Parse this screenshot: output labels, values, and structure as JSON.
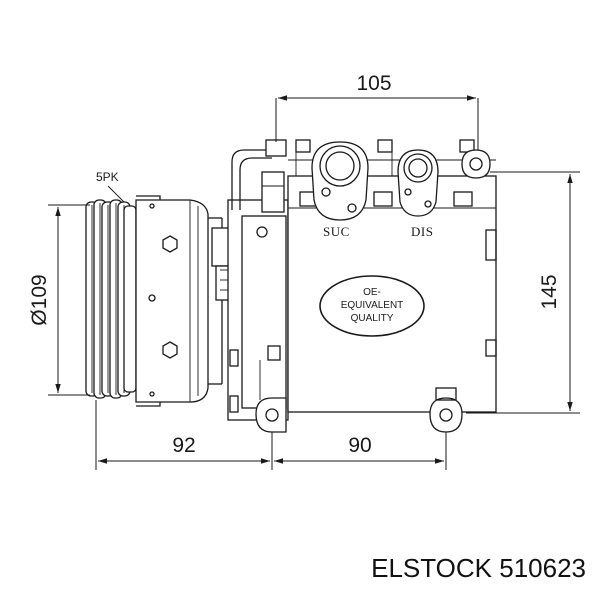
{
  "dimensions": {
    "top_width": "105",
    "height": "145",
    "pulley_diameter": "Ø109",
    "clutch_depth": "92",
    "mount_spacing": "90"
  },
  "labels": {
    "belt": "5PK",
    "suction": "SUC",
    "discharge": "DIS"
  },
  "oe_badge": {
    "line1": "OE-",
    "line2": "EQUIVALENT",
    "line3": "QUALITY"
  },
  "caption": "ELSTOCK 510623"
}
